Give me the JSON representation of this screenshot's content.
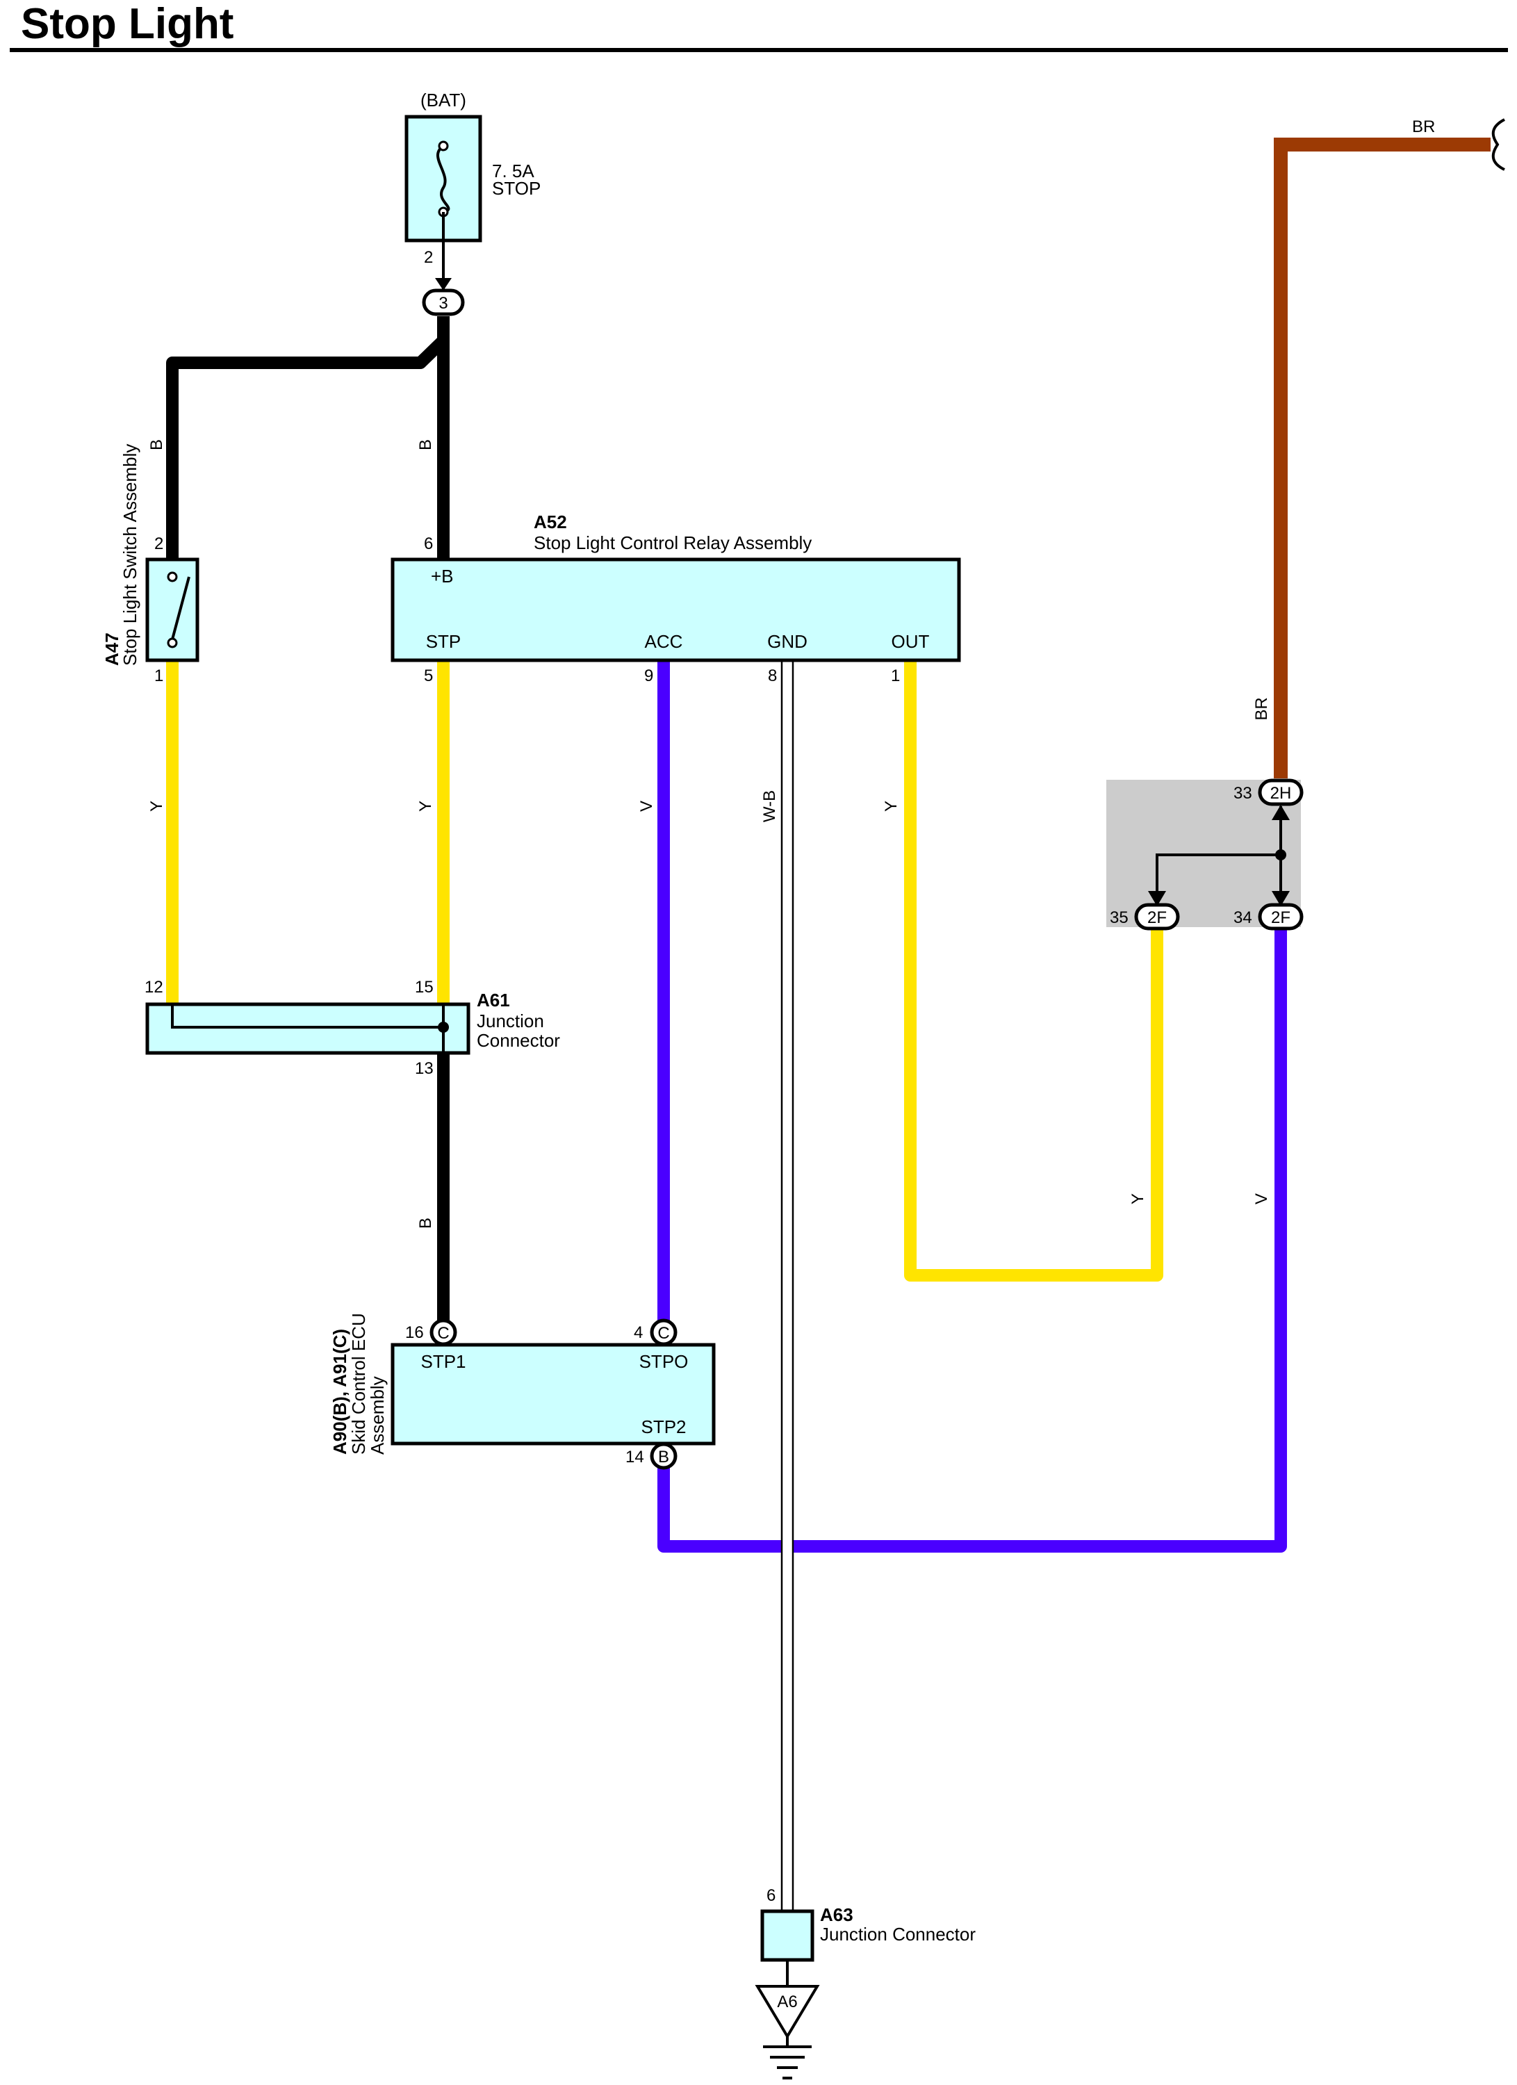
{
  "title": "Stop Light",
  "colors": {
    "box_fill": "#ccffff",
    "wire_B": "#000000",
    "wire_Y": "#ffe400",
    "wire_V": "#4a00ff",
    "wire_BR": "#9c3a04",
    "wire_WB": "#ffffff",
    "junction_shade": "#cccccc"
  },
  "power": {
    "source": "(BAT)",
    "fuse_rating": "7. 5A",
    "fuse_name": "STOP",
    "fuse_pin": "2",
    "junction_pin": "3"
  },
  "components": {
    "a47": {
      "code": "A47",
      "name": "Stop Light Switch Assembly",
      "pin_top": "2",
      "pin_bottom": "1"
    },
    "a52": {
      "code": "A52",
      "name": "Stop Light Control Relay Assembly",
      "pin_b": "6",
      "label_b": "+B",
      "pins": [
        {
          "num": "5",
          "label": "STP"
        },
        {
          "num": "9",
          "label": "ACC"
        },
        {
          "num": "8",
          "label": "GND"
        },
        {
          "num": "1",
          "label": "OUT"
        }
      ]
    },
    "a61": {
      "code": "A61",
      "name_line1": "Junction",
      "name_line2": "Connector",
      "pin_left": "12",
      "pin_right": "15",
      "pin_bottom": "13"
    },
    "ecu": {
      "code": "A90(B), A91(C)",
      "name_line1": "Skid Control ECU",
      "name_line2": "Assembly",
      "pin_stp1": "16",
      "conn_stp1": "C",
      "label_stp1": "STP1",
      "pin_stpo": "4",
      "conn_stpo": "C",
      "label_stpo": "STPO",
      "pin_stp2": "14",
      "conn_stp2": "B",
      "label_stp2": "STP2"
    },
    "a63": {
      "code": "A63",
      "name": "Junction Connector",
      "pin": "6"
    },
    "ground": {
      "code": "A6"
    }
  },
  "junction_block": {
    "pin_top": "33",
    "conn_top": "2H",
    "pin_left": "35",
    "conn_left": "2F",
    "pin_right": "34",
    "conn_right": "2F"
  },
  "wires": {
    "b_left": "B",
    "b_mid": "B",
    "b_lower": "B",
    "y_left": "Y",
    "y_mid": "Y",
    "v_acc": "V",
    "wb_gnd": "W-B",
    "y_out": "Y",
    "br_top": "BR",
    "br_vertical": "BR",
    "y_junction": "Y",
    "v_junction": "V"
  }
}
